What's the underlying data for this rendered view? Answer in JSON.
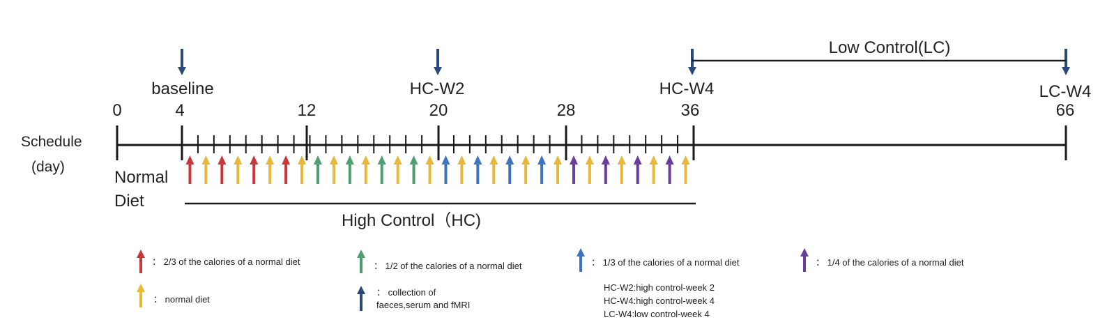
{
  "timeline": {
    "axis_label_line1": "Schedule",
    "axis_label_line2": "(day)",
    "tick_labels": [
      "0",
      "4",
      "12",
      "20",
      "28",
      "36",
      "66"
    ],
    "milestones": [
      {
        "label": "baseline",
        "day": "4"
      },
      {
        "label": "HC-W2",
        "day": "20"
      },
      {
        "label": "HC-W4",
        "day": "36"
      },
      {
        "label": "LC-W4",
        "day": "66"
      }
    ],
    "normal_diet_label_line1": "Normal",
    "normal_diet_label_line2": "Diet",
    "high_control_label": "High Control（HC)",
    "low_control_label": "Low Control(LC)",
    "arrow_sequence": [
      "red",
      "yellow",
      "red",
      "yellow",
      "red",
      "yellow",
      "red",
      "yellow",
      "green",
      "yellow",
      "green",
      "yellow",
      "green",
      "yellow",
      "green",
      "yellow",
      "blue",
      "yellow",
      "blue",
      "yellow",
      "blue",
      "yellow",
      "blue",
      "yellow",
      "purple",
      "yellow",
      "purple",
      "yellow",
      "purple",
      "yellow",
      "purple",
      "yellow"
    ]
  },
  "colors": {
    "red": "#c8373b",
    "yellow": "#e8b83c",
    "green": "#4f9e72",
    "blue": "#3d73c0",
    "purple": "#6a3d9a",
    "navy": "#2b4878",
    "line": "#1a1a1a"
  },
  "legend": {
    "red_text": "： 2/3 of the calories of a normal diet",
    "green_text": "： 1/2 of the calories of a normal diet",
    "blue_text": "： 1/3 of the calories of a normal diet",
    "purple_text": "： 1/4 of the calories of a normal diet",
    "yellow_text": "： normal diet",
    "navy_text_line1": "： collection of",
    "navy_text_line2": "faeces,serum and fMRI",
    "abbrev": [
      "HC-W2:high control-week 2",
      "HC-W4:high control-week 4",
      "LC-W4:low control-week 4"
    ]
  }
}
